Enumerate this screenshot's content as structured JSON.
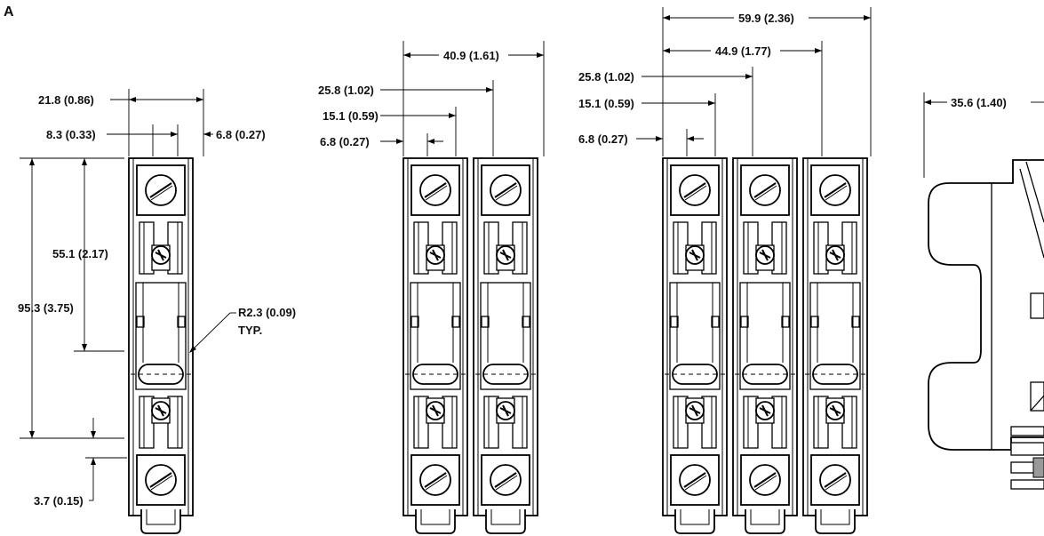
{
  "figure_label": "A",
  "single_pole": {
    "width": "21.8 (0.86)",
    "clip_offset": "8.3 (0.33)",
    "edge_offset": "6.8 (0.27)",
    "overall_height": "95.3 (3.75)",
    "upper_height": "55.1 (2.17)",
    "radius": "R2.3 (0.09)",
    "radius_note": "TYP.",
    "bottom_offset": "3.7 (0.15)"
  },
  "two_pole": {
    "width": "40.9 (1.61)",
    "pitch": "25.8 (1.02)",
    "clip_offset": "15.1 (0.59)",
    "edge_offset": "6.8 (0.27)"
  },
  "three_pole": {
    "width": "59.9 (2.36)",
    "second_pitch": "44.9 (1.77)",
    "pitch": "25.8 (1.02)",
    "clip_offset": "15.1 (0.59)",
    "edge_offset": "6.8 (0.27)"
  },
  "side_view": {
    "depth": "35.6 (1.40)"
  }
}
